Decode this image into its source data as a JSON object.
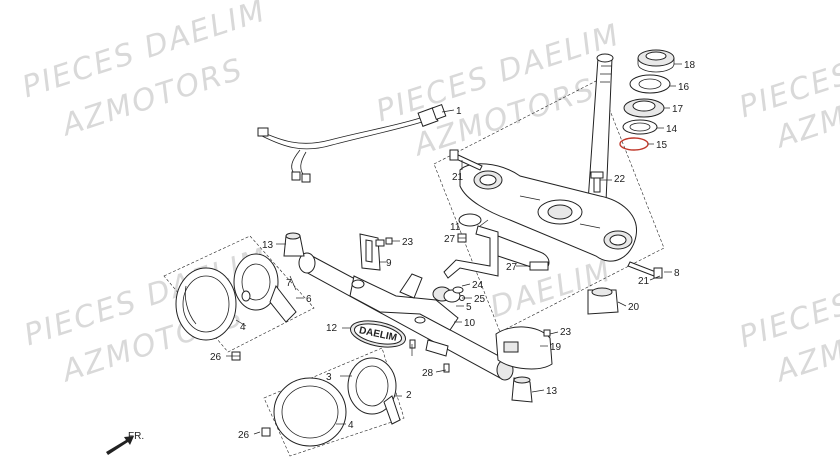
{
  "watermarks": [
    {
      "text": "PIECES DAELIM"
    },
    {
      "text": "AZMOTORS"
    },
    {
      "text": "PIECES DAELIM"
    },
    {
      "text": "AZMOTORS"
    },
    {
      "text": "PIECES"
    },
    {
      "text": "AZM"
    },
    {
      "text": "PIECES DAELIM"
    },
    {
      "text": "AZMOTORS"
    },
    {
      "text": "DAELIM"
    },
    {
      "text": "PIECES"
    },
    {
      "text": "AZM"
    }
  ],
  "emblem_text": "DAELIM",
  "direction_label": "FR.",
  "callouts": [
    "1",
    "2",
    "3",
    "4",
    "5",
    "6",
    "7",
    "8",
    "9",
    "10",
    "11",
    "12",
    "13",
    "14",
    "15",
    "16",
    "17",
    "18",
    "19",
    "20",
    "21",
    "22",
    "23",
    "24",
    "25",
    "26",
    "27",
    "28"
  ],
  "colors": {
    "line": "#222222",
    "watermark": "#d9d9d9",
    "highlight": "#c0392b"
  }
}
